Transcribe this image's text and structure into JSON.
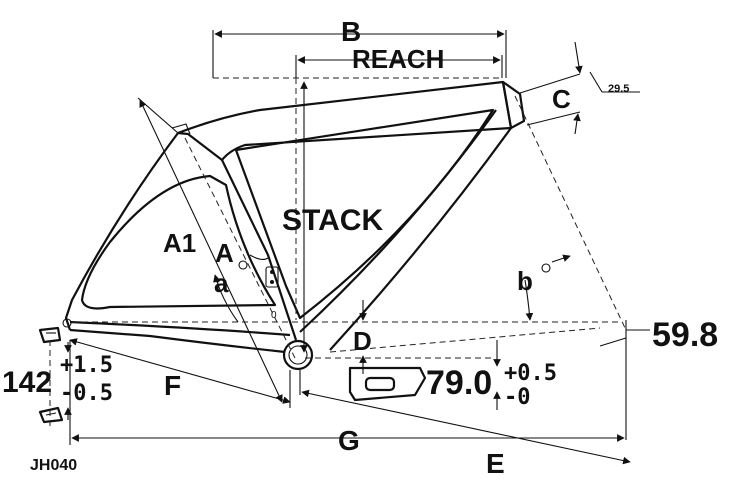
{
  "labels": {
    "b_upper": "B",
    "reach": "REACH",
    "c": "C",
    "tube_angle": "29.5",
    "stack": "STACK",
    "a1": "A1",
    "a_upper": "A",
    "a_lower": "a",
    "b_lower": "b",
    "d": "D",
    "dim_598": "59.8",
    "f": "F",
    "g": "G",
    "e": "E",
    "hub_width": "142",
    "hub_tol_plus": "+1.5",
    "hub_tol_minus": "-0.5",
    "bb_width": "79.0",
    "bb_tol_plus": "+0.5",
    "bb_tol_minus": "-0",
    "model": "JH040"
  }
}
